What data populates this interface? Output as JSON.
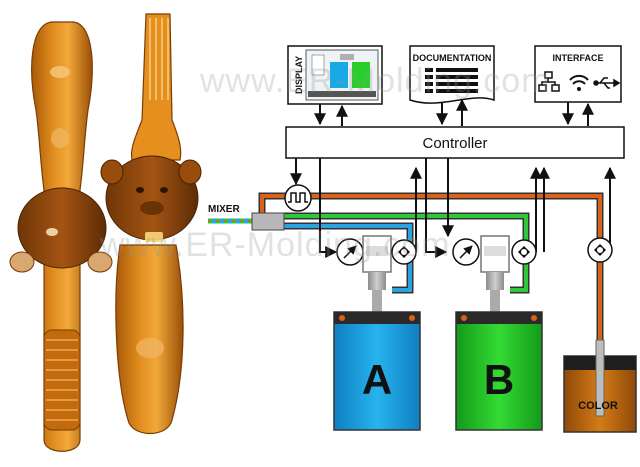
{
  "colors": {
    "amber": "#c8720f",
    "amber_dark": "#8a4508",
    "line_dark": "#111111",
    "line_blue": "#2aa3e0",
    "line_green": "#2ec83a",
    "line_orange": "#d9621b",
    "tank_a": "#1aa8e6",
    "tank_b": "#28cf2b",
    "tank_color": "#c86a0e",
    "gray": "#9a9a9a"
  },
  "modules": {
    "display": "DISPLAY",
    "documentation": "DOCUMENTATION",
    "interface": "INTERFACE"
  },
  "controller_label": "Controller",
  "mixer_label": "MIXER",
  "tanks": {
    "a": "A",
    "b": "B",
    "color": "COLOR"
  },
  "watermark": "www.ER-Molding.com",
  "icons": [
    "pulse-icon",
    "pressure-gauge-icon",
    "flow-meter-icon",
    "network-icon",
    "wifi-icon",
    "usb-icon",
    "document-icon"
  ]
}
